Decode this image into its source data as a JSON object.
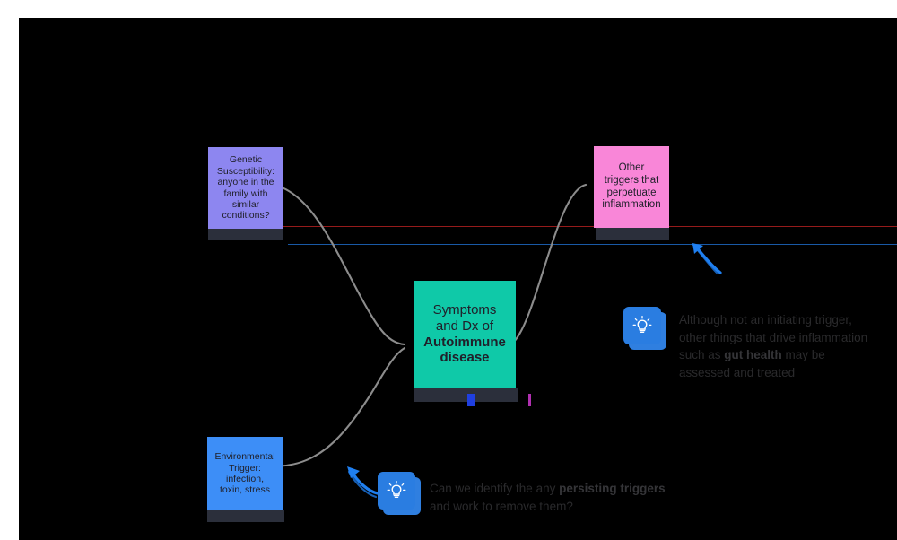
{
  "canvas": {
    "background": "#000000",
    "page_background": "#ffffff"
  },
  "nodes": [
    {
      "id": "genetic-susceptibility",
      "label": "Genetic Susceptibility: anyone in the family with similar conditions?",
      "color": "#8d86f0",
      "text_color": "#20202a"
    },
    {
      "id": "center-autoimmune",
      "label_line1": "Symptoms",
      "label_line2": "and Dx of",
      "label_bold": "Autoimmune disease",
      "color": "#0fc9a8",
      "text_color": "#1e2328"
    },
    {
      "id": "other-triggers",
      "label": "Other triggers that perpetuate inflammation",
      "color": "#f986d8",
      "text_color": "#20202a"
    },
    {
      "id": "environmental-trigger",
      "label": "Environmental Trigger: infection, toxin, stress",
      "color": "#3d8ef7",
      "text_color": "#20202a"
    }
  ],
  "annotations": [
    {
      "id": "gut-health-note",
      "icon": "lightbulb-icon",
      "text_pre": "Although not an initiating trigger, other things that drive inflammation such as ",
      "text_bold": "gut health",
      "text_post": " may be assessed and treated",
      "icon_color": "#2a7de1"
    },
    {
      "id": "persisting-triggers-note",
      "icon": "lightbulb-icon",
      "text_pre": "Can we identify the any ",
      "text_bold": "persisting triggers",
      "text_post": " and work to remove them?",
      "icon_color": "#2a7de1"
    }
  ],
  "arrows": [
    {
      "id": "arrow-to-other-triggers",
      "color": "#1f7ff0",
      "direction": "up-left"
    },
    {
      "id": "arrow-to-center",
      "color": "#1f7ff0",
      "direction": "up-left"
    }
  ],
  "connectors": {
    "color": "#8c8c8c",
    "links": [
      "genetic-susceptibility -> center-autoimmune",
      "environmental-trigger -> center-autoimmune",
      "center-autoimmune -> other-triggers"
    ]
  },
  "rules": [
    {
      "id": "red-rule",
      "color": "#b02020"
    },
    {
      "id": "blue-rule",
      "color": "#1f6fd0"
    }
  ]
}
